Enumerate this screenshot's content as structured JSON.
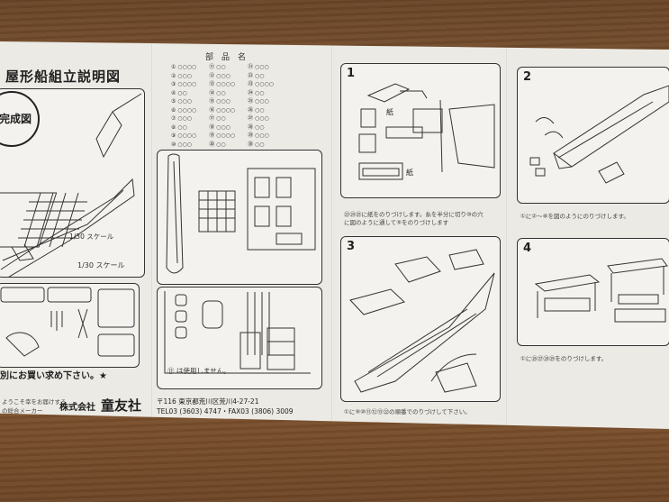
{
  "sheet": {
    "title": "屋形船組立説明図",
    "completed_badge": "完成図",
    "scale_label": "1/30 スケール",
    "purchase_note": "別にお買い求め下さい。★",
    "footer_note_a": "ようこそ幸をお届けする",
    "footer_note_b": "の総合メーカー",
    "company_prefix": "株式会社",
    "company_name": "童友社",
    "address_line1": "〒116 東京都荒川区荒川4-27-21",
    "address_line2": "TEL03 (3603) 4747・FAX03 (3806) 3009",
    "parts_list_title": "部　品　名",
    "parts_unused_note": "⑪ は使用しません。",
    "step_numbers": [
      "1",
      "2",
      "3",
      "4"
    ],
    "step_labels": {
      "step1_paper": "紙",
      "step1_paper_b": "紙"
    },
    "step_captions": {
      "step1": "㉓㉔㉕に紙をのりづけします。糸を半分に切り⑩の穴に図のように通して⑨をのりづけします",
      "step2": "①に②～⑧を図のようにのりづけします。",
      "step3": "①に⑨⑩⑪⑫⑬㉒の順番でのりづけして下さい。",
      "step4": "①に㉖㉗㉘㉙をのりづけします。"
    }
  },
  "icons": [
    "boat-drawing",
    "parts-sprue",
    "glue-tube",
    "knife",
    "pliers",
    "hand"
  ]
}
